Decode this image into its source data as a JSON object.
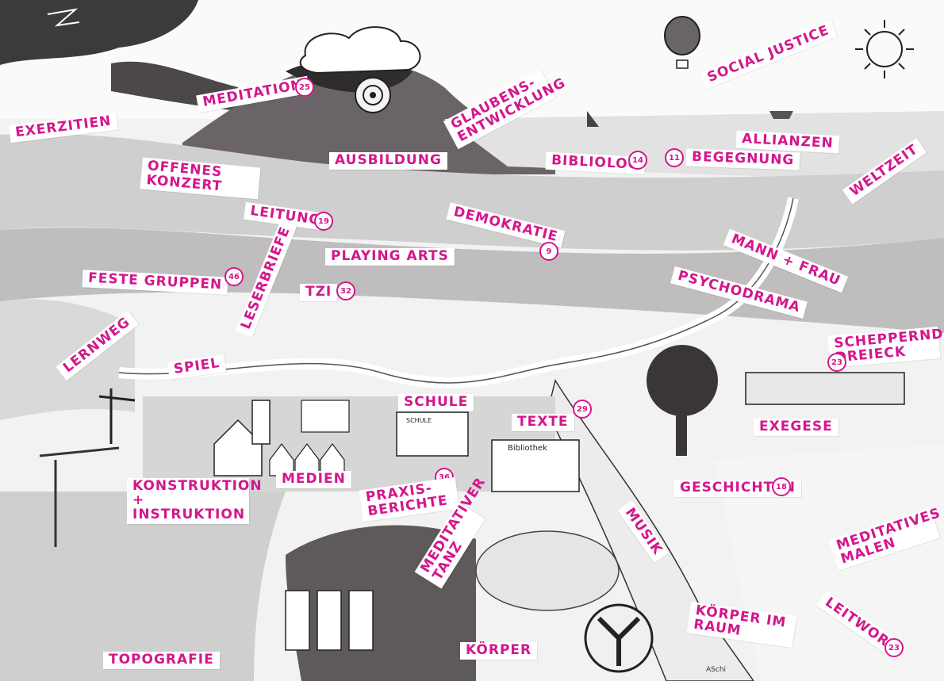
{
  "labels": {
    "exerzitien": "EXERZITIEN",
    "meditation": "MEDITATION",
    "glaubensentwicklung": "GLAUBENS-ENTWICKLUNG",
    "social_justice": "SOCIAL JUSTICE",
    "allianzen": "ALLIANZEN",
    "begegnung": "BEGEGNUNG",
    "bibliolog": "BIBLIOLOG",
    "weltzeit": "WELTZEIT",
    "offenes_konzert": "OFFENES KONZERT",
    "ausbildung": "AUSBILDUNG",
    "leitung": "LEITUNG",
    "demokratie": "DEMOKRATIE",
    "mann_frau": "MANN + FRAU",
    "feste_gruppen": "FESTE GRUPPEN",
    "leserbriefe": "LESERBRIEFE",
    "playing_arts": "PLAYING ARTS",
    "tzi": "TZI",
    "psychodrama": "PSYCHODRAMA",
    "lernweg": "LERNWEG",
    "spiel": "SPIEL",
    "schule": "SCHULE",
    "scheppernes_dreieck": "SCHEPPERNDES DREIECK",
    "texte": "TEXTE",
    "exegese": "EXEGESE",
    "konstruktion": "KONSTRUKTION + INSTRUKTION",
    "medien": "MEDIEN",
    "praxisberichte": "PRAXIS-BERICHTE",
    "geschichten": "GESCHICHTEN",
    "meditativer_tanz": "MEDITATIVER TANZ",
    "musik": "MUSIK",
    "meditatives_malen": "MEDITATIVES MALEN",
    "topografie": "TOPOGRAFIE",
    "koerper": "KÖRPER",
    "koerper_im_raum": "KÖRPER IM RAUM",
    "leitwort": "LEITWORT"
  },
  "badges": {
    "meditation": "25",
    "bibliolog": "14",
    "begegnung": "11",
    "leitung": "19",
    "demokratie": "9",
    "leserbriefe": "46",
    "tzi": "32",
    "scheppernes_dreieck": "23",
    "texte": "29",
    "praxisberichte": "36",
    "geschichten": "18",
    "leitwort": "23"
  },
  "drawing_text": {
    "school_sign": "SCHULE",
    "library_sign": "Bibliothek",
    "signature": "ASchi"
  },
  "colors": {
    "accent": "#d4168c",
    "ink": "#222222",
    "paper": "#ffffff",
    "shade": "#5a5558"
  }
}
